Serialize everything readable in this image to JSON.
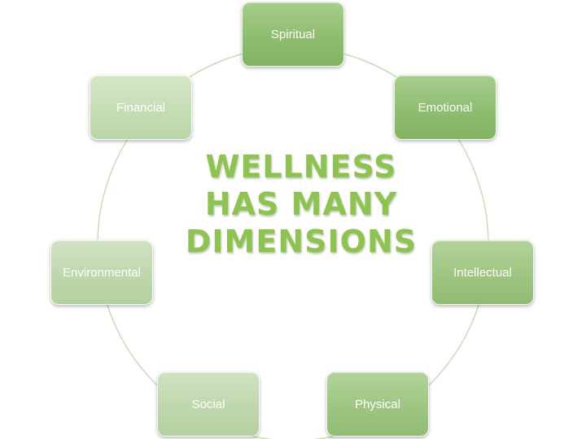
{
  "diagram": {
    "title_lines": [
      "WELLNESS",
      "HAS MANY",
      "DIMENSIONS"
    ],
    "nodes": [
      {
        "label": "Spiritual"
      },
      {
        "label": "Emotional"
      },
      {
        "label": "Intellectual"
      },
      {
        "label": "Physical"
      },
      {
        "label": "Social"
      },
      {
        "label": "Environmental"
      },
      {
        "label": "Financial"
      }
    ]
  },
  "colors": {
    "title_green": "#8fc351",
    "ring_line": "#c9dcbb",
    "node_dark": "#8fbd70",
    "node_light": "#bdd6ab"
  }
}
